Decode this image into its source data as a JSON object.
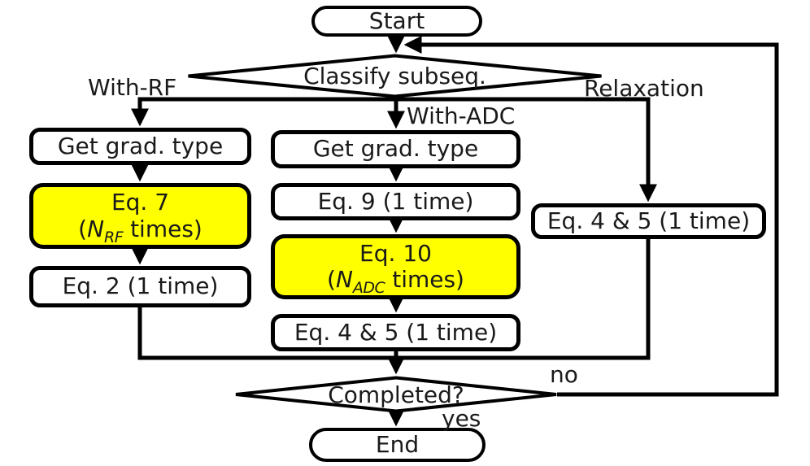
{
  "flowchart": {
    "nodes": {
      "start": {
        "label": "Start"
      },
      "classify": {
        "label": "Classify subseq."
      },
      "get_grad_left": {
        "label": "Get grad. type"
      },
      "eq7": {
        "line1": "Eq. 7",
        "open": "(",
        "var": "N",
        "sub": "RF",
        "rest": " times)"
      },
      "eq2": {
        "label": "Eq. 2 (1 time)"
      },
      "get_grad_mid": {
        "label": "Get grad. type"
      },
      "eq9": {
        "label": "Eq. 9 (1 time)"
      },
      "eq10": {
        "line1": "Eq. 10",
        "open": "(",
        "var": "N",
        "sub": "ADC",
        "rest": " times)"
      },
      "eq45_mid": {
        "label": "Eq. 4 & 5 (1 time)"
      },
      "eq45_right": {
        "label": "Eq. 4 & 5 (1 time)"
      },
      "completed": {
        "label": "Completed?"
      },
      "end": {
        "label": "End"
      }
    },
    "edge_labels": {
      "with_rf": "With-RF",
      "with_adc": "With-ADC",
      "relaxation": "Relaxation",
      "no": "no",
      "yes": "yes"
    },
    "colors": {
      "highlight_fill": "#ffff00",
      "node_fill": "#ffffff",
      "stroke": "#000000",
      "background": "#ffffff"
    }
  }
}
